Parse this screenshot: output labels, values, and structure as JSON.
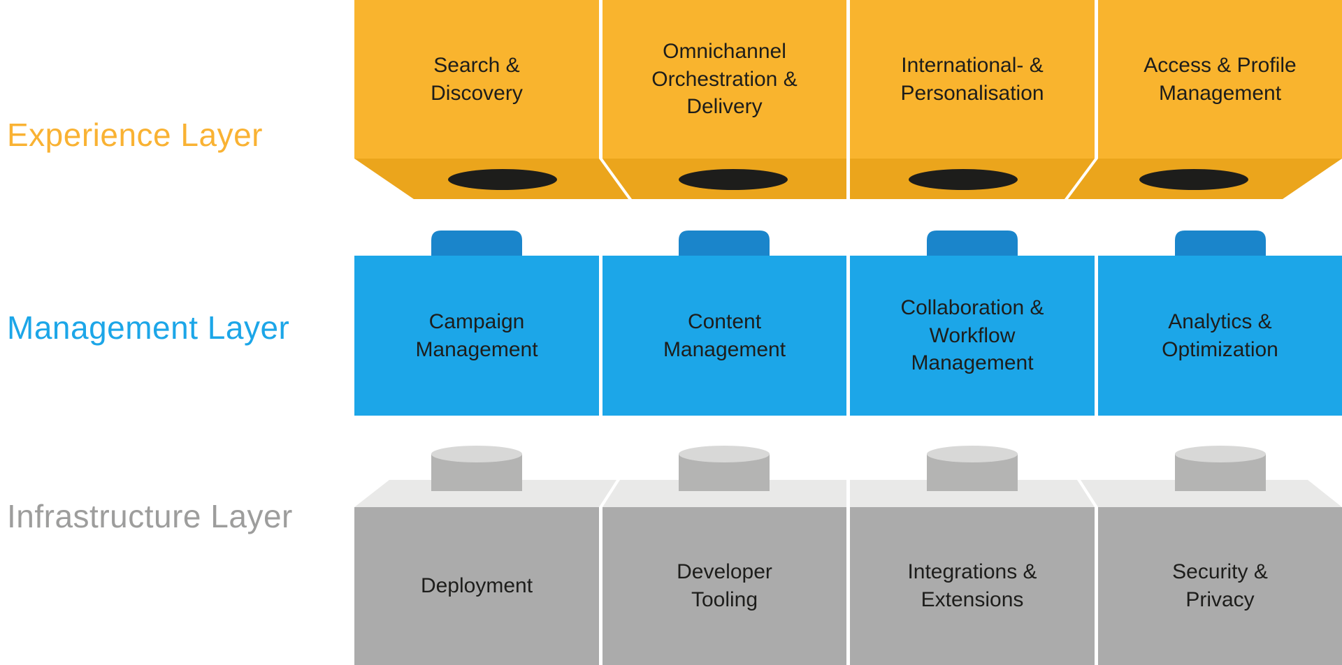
{
  "colors": {
    "background": "#FFFFFF",
    "experience_top": "#F9B42E",
    "experience_underside": "#EBA51C",
    "experience_socket": "#1D1D1B",
    "experience_label": "#F9B233",
    "management_block": "#1CA6E8",
    "management_stud": "#1A85CB",
    "management_label": "#1CA6E8",
    "infrastructure_body": "#ABABAB",
    "infrastructure_top_face": "#E9E9E8",
    "infrastructure_stud": "#B4B4B3",
    "infrastructure_stud_cap": "#D8D8D7",
    "infrastructure_label": "#9D9D9C",
    "block_text": "#1D1D1B"
  },
  "layers": {
    "experience": {
      "label": "Experience Layer",
      "blocks": [
        {
          "label": "Search &\nDiscovery"
        },
        {
          "label": "Omnichannel\nOrchestration &\nDelivery"
        },
        {
          "label": "International- &\nPersonalisation"
        },
        {
          "label": "Access & Profile\nManagement"
        }
      ]
    },
    "management": {
      "label": "Management Layer",
      "blocks": [
        {
          "label": "Campaign\nManagement"
        },
        {
          "label": "Content\nManagement"
        },
        {
          "label": "Collaboration &\nWorkflow\nManagement"
        },
        {
          "label": "Analytics &\nOptimization"
        }
      ]
    },
    "infrastructure": {
      "label": "Infrastructure Layer",
      "blocks": [
        {
          "label": "Deployment"
        },
        {
          "label": "Developer\nTooling"
        },
        {
          "label": "Integrations &\nExtensions"
        },
        {
          "label": "Security &\nPrivacy"
        }
      ]
    }
  }
}
